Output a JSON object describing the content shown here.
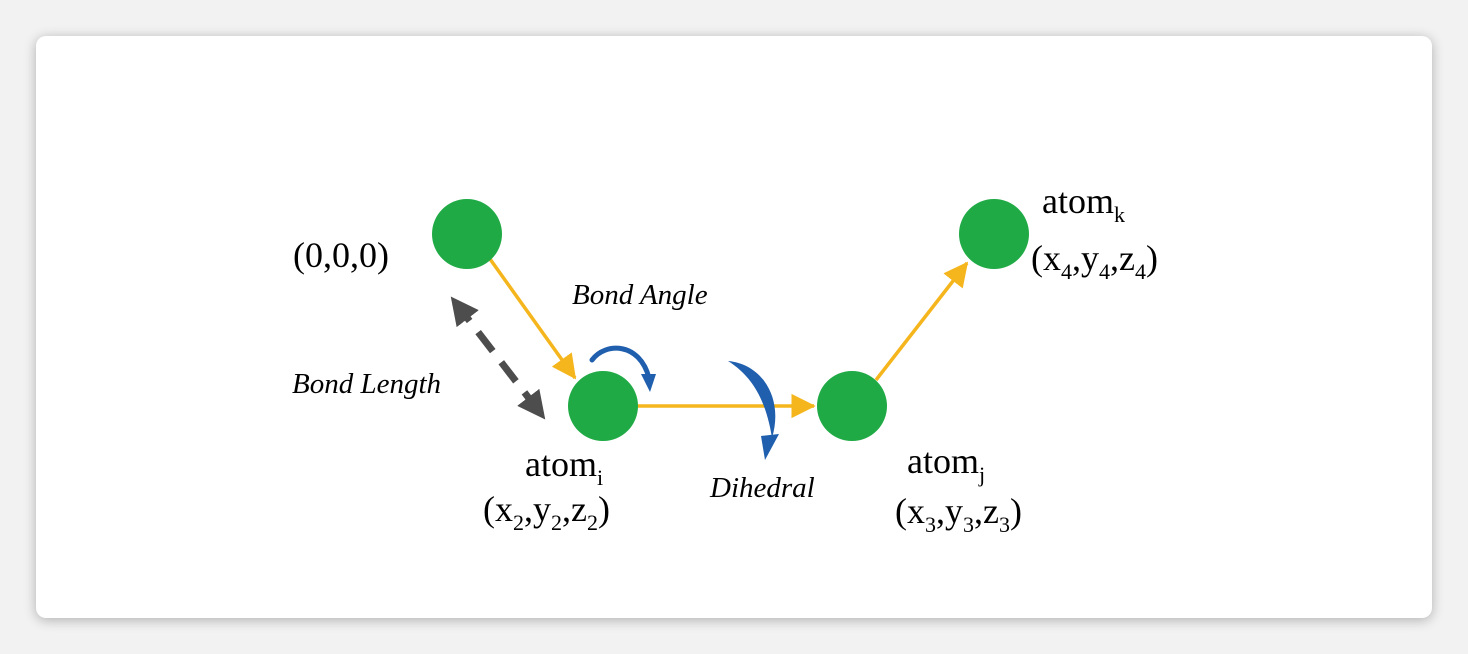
{
  "colors": {
    "atom": "#1faa45",
    "bond": "#f5b51c",
    "rotation": "#1f5fae",
    "length_arrow": "#4d4d4d",
    "background": "#ffffff"
  },
  "origin": {
    "coord": "(0,0,0)"
  },
  "atom_i": {
    "label": "atom",
    "sub": "i",
    "coord": {
      "open": "(x",
      "s1": "2",
      "a": ",y",
      "s2": "2",
      "b": ",z",
      "s3": "2",
      "close": ")"
    }
  },
  "atom_j": {
    "label": "atom",
    "sub": "j",
    "coord": {
      "open": "(x",
      "s1": "3",
      "a": ",y",
      "s2": "3",
      "b": ",z",
      "s3": "3",
      "close": ")"
    }
  },
  "atom_k": {
    "label": "atom",
    "sub": "k",
    "coord": {
      "open": "(x",
      "s1": "4",
      "a": ",y",
      "s2": "4",
      "b": ",z",
      "s3": "4",
      "close": ")"
    }
  },
  "annotations": {
    "bond_angle": "Bond Angle",
    "bond_length": "Bond Length",
    "dihedral": "Dihedral"
  }
}
